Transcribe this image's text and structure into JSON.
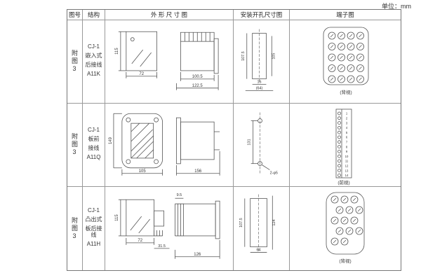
{
  "unit_label": "单位：mm",
  "headers": {
    "fig": "图号",
    "structure": "结构",
    "outline": "外 形 尺 寸 图",
    "mount": "安装开孔尺寸图",
    "terminal": "端子图"
  },
  "rows": [
    {
      "fig": "附图3",
      "structure": [
        "CJ-1",
        "嵌入式",
        "后接线",
        "A11K"
      ],
      "outline": {
        "h1": "115",
        "w1": "72",
        "rw1": "100.5",
        "rw2": "122.5"
      },
      "mount": {
        "h1": "107.5",
        "h2": "105",
        "w1": "16",
        "w2": "(64)"
      },
      "terminal": {
        "view": "(背视)",
        "layout": "grid",
        "cols": 4,
        "rows": 5
      }
    },
    {
      "fig": "附图3",
      "structure": [
        "CJ-1",
        "板前",
        "接线",
        "A11Q"
      ],
      "outline": {
        "h1": "149",
        "w1": "105",
        "rw1": "156"
      },
      "mount": {
        "h1": "131",
        "note": "2-φ5"
      },
      "terminal": {
        "view": "(前视)",
        "layout": "strip",
        "pins": [
          "1",
          "2",
          "3",
          "4",
          "5",
          "6",
          "7",
          "8",
          "9",
          "10",
          "11",
          "12",
          "13",
          "14"
        ]
      }
    },
    {
      "fig": "附图3",
      "structure": [
        "CJ-1",
        "凸出式",
        "板后接线",
        "A11H"
      ],
      "outline": {
        "h1": "115",
        "w1": "72",
        "w2": "31.5",
        "rw1": "9.5",
        "rw2": "126"
      },
      "mount": {
        "h1": "107.5",
        "h2": "124",
        "w1": "64"
      },
      "terminal": {
        "view": "(背视)",
        "layout": "stagger",
        "count": 14
      }
    }
  ]
}
